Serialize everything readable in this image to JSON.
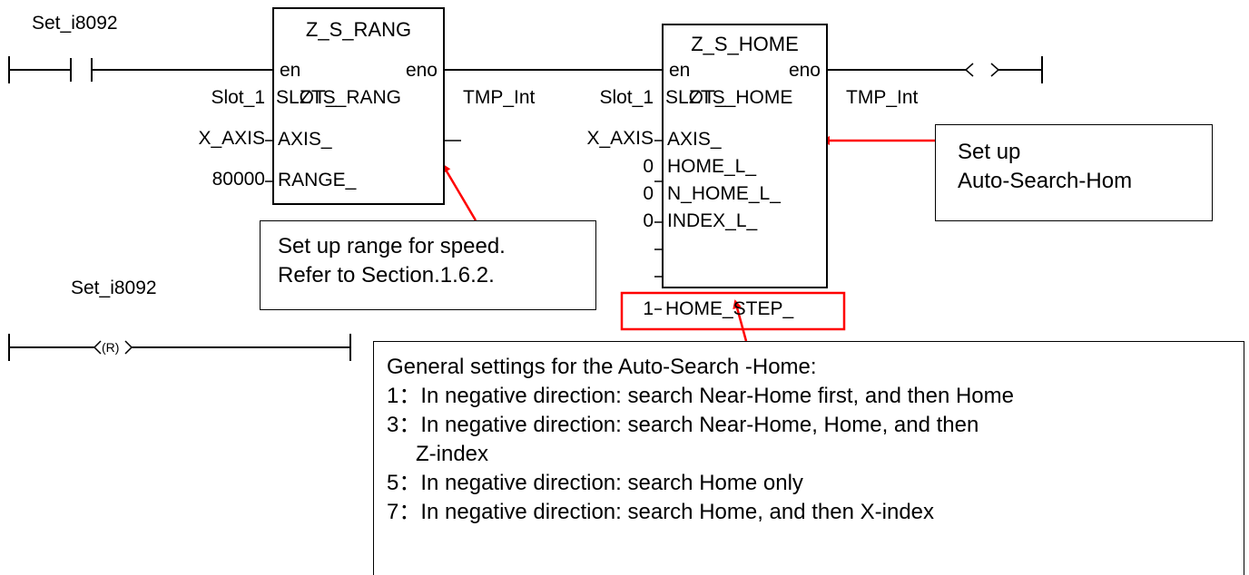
{
  "rung1": {
    "contact_label": "Set_i8092",
    "coil_symbol": "( )"
  },
  "rung2": {
    "coil_label": "Set_i8092",
    "coil_symbol": "(R)"
  },
  "block_rang": {
    "title": "Z_S_RANG",
    "en": "en",
    "eno": "eno",
    "inputs": [
      "SLOT_",
      "AXIS_",
      "RANGE_"
    ],
    "input_values": [
      "Slot_1",
      "X_AXIS",
      "80000"
    ],
    "instance": "ZTS_RANG",
    "output_value": "TMP_Int"
  },
  "block_home": {
    "title": "Z_S_HOME",
    "en": "en",
    "eno": "eno",
    "inputs": [
      "SLOT_",
      "AXIS_",
      "HOME_L_",
      "N_HOME_L_",
      "INDEX_L_",
      "HOME_STEP_"
    ],
    "input_values": [
      "Slot_1",
      "X_AXIS",
      "0",
      "0",
      "0",
      "1"
    ],
    "instance": "ZTS_HOME",
    "output_value": "TMP_Int"
  },
  "callouts": {
    "range": [
      "Set up range for speed.",
      "Refer to Section.1.6.2."
    ],
    "home": [
      "Set up",
      "Auto-Search-Hom"
    ],
    "general": {
      "title": "General settings for the Auto-Search -Home:",
      "items": [
        "1：In negative direction: search Near-Home first, and then Home",
        "3：In negative direction: search Near-Home, Home, and then",
        "Z-index",
        "5：In negative direction: search Home only",
        "7：In negative direction: search Home, and then X-index"
      ]
    }
  },
  "colors": {
    "arrow": "#ff0000",
    "highlight": "#ff0000",
    "line": "#000000"
  }
}
